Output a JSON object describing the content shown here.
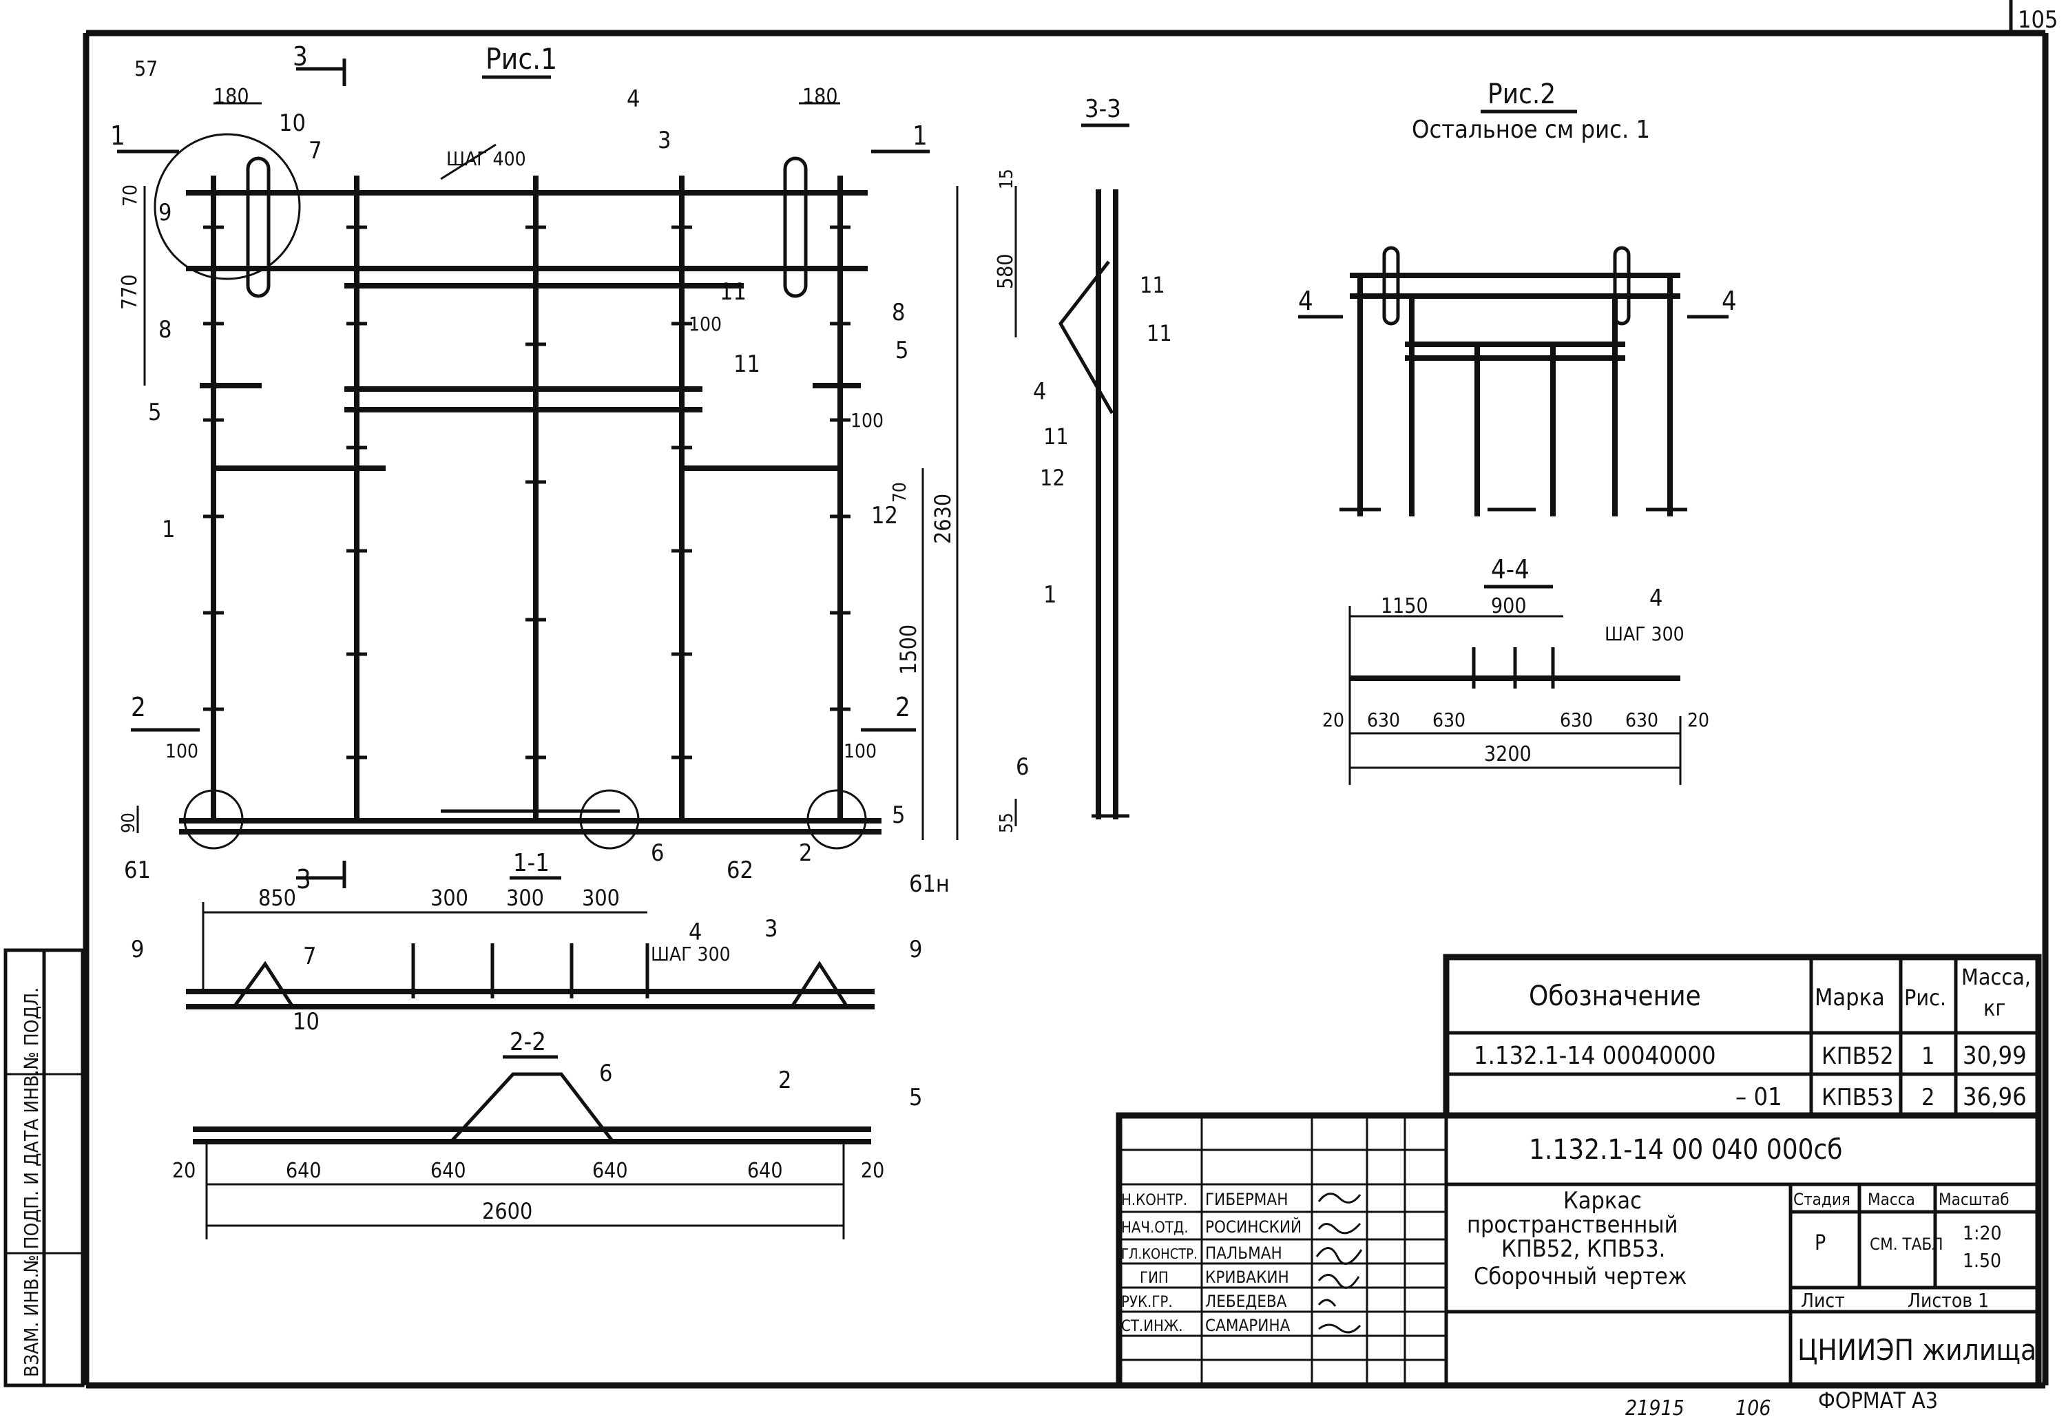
{
  "sheet": {
    "page_number": "105",
    "footer_left_number": "21915",
    "footer_mid_number": "106",
    "format": "ФОРМАТ  А3"
  },
  "side_stamp": {
    "text": "ВЗАМ. ИНВ.№    ПОДП. И ДАТА    ИНВ.№ ПОДЛ."
  },
  "fig1": {
    "title": "Рис.1",
    "dims": {
      "d180_left": "180",
      "d180_right": "180",
      "d57": "57",
      "d70": "70",
      "d770": "770",
      "d100_a": "100",
      "d100_b": "100",
      "d100_c": "100",
      "d100_d": "100",
      "d70_b": "70",
      "d2630": "2630",
      "d1500": "1500",
      "d90": "90",
      "step400": "ШАГ 400"
    },
    "callouts": {
      "c1": "1",
      "c2": "2",
      "c3": "3",
      "c4": "4",
      "c5a": "5",
      "c5b": "5",
      "c5c": "5",
      "c6": "6",
      "c7": "7",
      "c8a": "8",
      "c8b": "8",
      "c9": "9",
      "c10": "10",
      "c11a": "11",
      "c11b": "11",
      "c12": "12",
      "c61": "61",
      "c62": "62",
      "c61h": "61н"
    },
    "section_marks": {
      "s3_top": "3",
      "s3_bot": "3",
      "s1_left": "1",
      "s1_right": "1",
      "s2_left": "2",
      "s2_right": "2"
    }
  },
  "sec33": {
    "title": "3-3",
    "dims": {
      "d15": "15",
      "d580": "580",
      "d55": "55"
    },
    "callouts": {
      "c11a": "11",
      "c11b": "11",
      "c11c": "11",
      "c4": "4",
      "c12": "12",
      "c1": "1",
      "c6": "6"
    }
  },
  "sec11": {
    "title": "1-1",
    "dims": {
      "d850": "850",
      "d300a": "300",
      "d300b": "300",
      "d300c": "300",
      "step300": "ШАГ 300"
    },
    "callouts": {
      "c9a": "9",
      "c9b": "9",
      "c7": "7",
      "c10": "10",
      "c4": "4",
      "c3": "3"
    }
  },
  "sec22": {
    "title": "2-2",
    "dims": {
      "d20a": "20",
      "d640a": "640",
      "d640b": "640",
      "d640c": "640",
      "d640d": "640",
      "d20b": "20",
      "d2600": "2600"
    },
    "callouts": {
      "c6": "6",
      "c2": "2",
      "c5": "5"
    }
  },
  "fig2": {
    "title": "Рис.2",
    "subtitle": "Остальное см рис. 1",
    "section_marks": {
      "s4_left": "4",
      "s4_right": "4"
    }
  },
  "sec44": {
    "title": "4-4",
    "dims": {
      "d1150": "1150",
      "d900": "900",
      "step300": "ШАГ 300",
      "d20a": "20",
      "d630a": "630",
      "d630b": "630",
      "d630c": "630",
      "d630d": "630",
      "d20b": "20",
      "d3200": "3200"
    },
    "callouts": {
      "c4": "4"
    }
  },
  "spec_table": {
    "headers": {
      "designation": "Обозначение",
      "mark": "Марка",
      "fig": "Рис.",
      "mass": "Масса,",
      "mass_unit": "кг"
    },
    "rows": [
      {
        "designation": "1.132.1-14 00040000",
        "mark": "КПВ52",
        "fig": "1",
        "mass": "30,99"
      },
      {
        "designation": "– 01",
        "mark": "КПВ53",
        "fig": "2",
        "mass": "36,96"
      }
    ]
  },
  "title_block": {
    "doc_code": "1.132.1-14 00 040 000сб",
    "title_lines": [
      "Каркас",
      "пространственный",
      "КПВ52, КПВ53.",
      "Сборочный чертеж"
    ],
    "stage_label": "Стадия",
    "stage": "Р",
    "mass_label": "Масса",
    "mass_value": "СМ. ТАБЛ",
    "scale_label": "Масштаб",
    "scale_values": [
      "1:20",
      "1.50"
    ],
    "sheet_label": "Лист",
    "sheets_label": "Листов 1",
    "org": "ЦНИИЭП жилища",
    "people": [
      {
        "role": "Н.КОНТР.",
        "name": "ГИБЕРМАН"
      },
      {
        "role": "НАЧ.ОТД.",
        "name": "РОСИНСКИЙ"
      },
      {
        "role": "ГЛ.КОНСТР.",
        "name": "ПАЛЬМАН"
      },
      {
        "role": "ГИП",
        "name": "КРИВАКИН"
      },
      {
        "role": "РУК.ГР.",
        "name": "ЛЕБЕДЕВА"
      },
      {
        "role": "СТ.ИНЖ.",
        "name": "САМАРИНА"
      }
    ]
  }
}
